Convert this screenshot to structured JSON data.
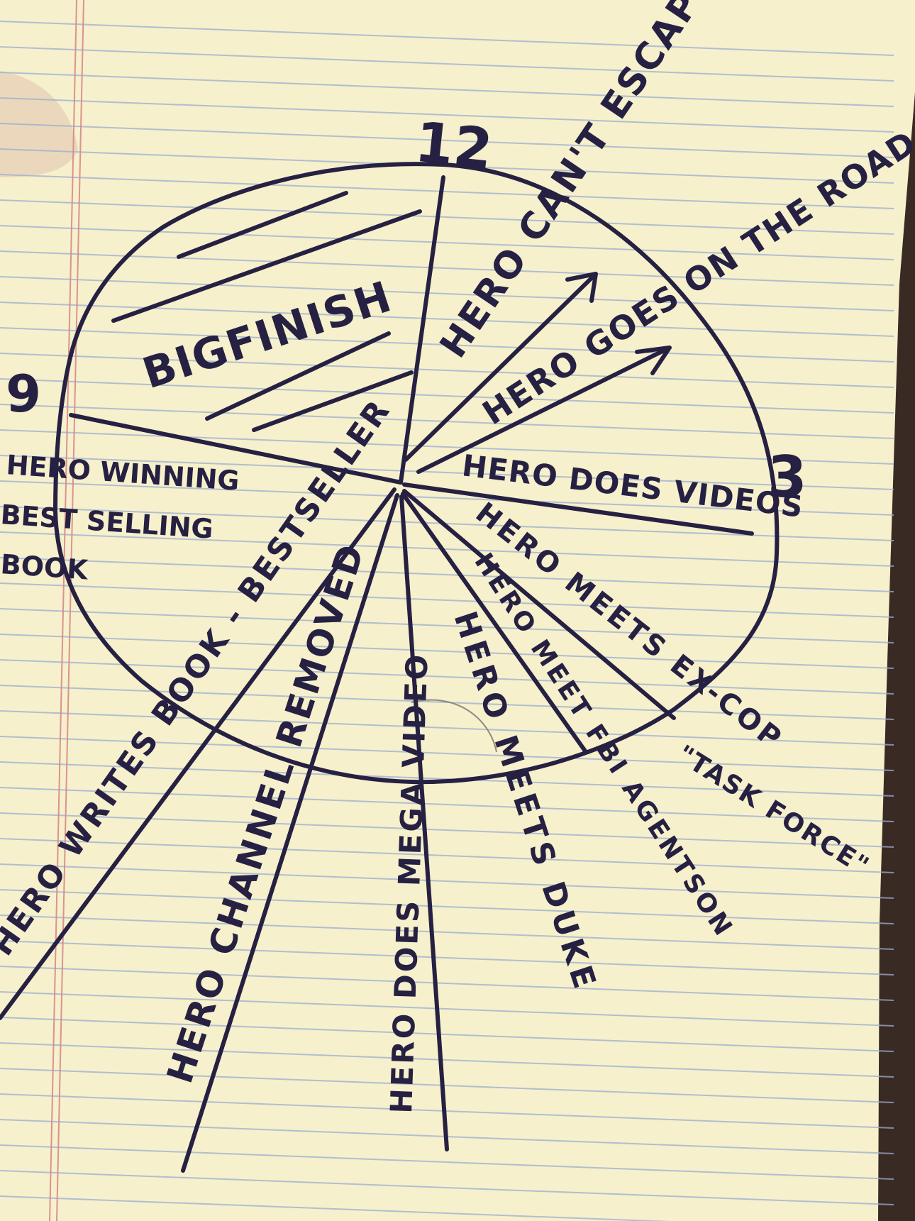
{
  "clock_labels": {
    "twelve": "12",
    "three": "3",
    "nine": "9"
  },
  "segments": {
    "big_finish": "BIGFINISH",
    "hero_cant_escape": "HERO CAN'T ESCAPE",
    "hero_goes_on_road": "HERO GOES ON THE ROAD",
    "hero_does_videos": "HERO DOES VIDEOS",
    "hero_meets_ex_cop": "HERO MEETS EX-COP",
    "task_force": "\"TASK FORCE\"",
    "hero_meet_fbi_agent": "HERO MEET FBI AGENTSON",
    "hero_meets_duke": "HERO MEETS DUKE",
    "hero_does_mega_video": "HERO DOES MEGA VIDEO",
    "hero_channel_removed": "HERO CHANNEL REMOVED",
    "hero_writes_book": "HERO WRITES BOOK - BESTSELLER",
    "hero_winning_line1": "HERO WINNING",
    "hero_winning_line2": "BEST SELLING",
    "hero_winning_line3": "BOOK"
  },
  "colors": {
    "ink": "#262042",
    "paper": "#f6f0cc",
    "rule": "#9aaed0",
    "margin": "#d88a8a"
  }
}
